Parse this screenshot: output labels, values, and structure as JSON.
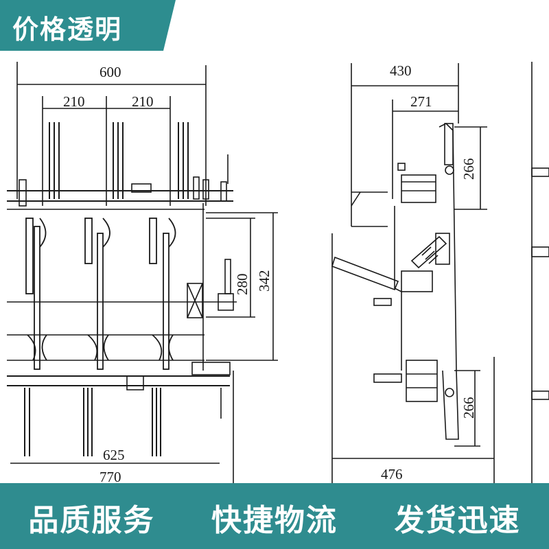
{
  "top_banner": {
    "text": "价格透明"
  },
  "bottom_banner": {
    "slogans": [
      "品质服务",
      "快捷物流",
      "发货迅速"
    ]
  },
  "dimensions": {
    "front": {
      "overall_width": "600",
      "pitch_left": "210",
      "pitch_right": "210",
      "height_280": "280",
      "height_342": "342",
      "bottom_625": "625",
      "bottom_770": "770"
    },
    "side": {
      "depth_430": "430",
      "depth_271": "271",
      "height_top": "266",
      "height_bottom": "266",
      "bottom_476": "476"
    }
  },
  "colors": {
    "banner": "#2d8d8f",
    "line": "#1a1a1a",
    "background": "#ffffff"
  }
}
